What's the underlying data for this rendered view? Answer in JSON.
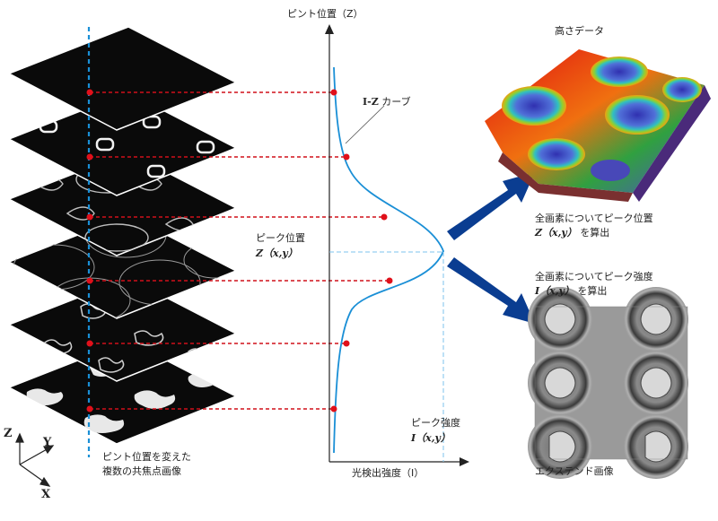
{
  "labels": {
    "z_axis_title": "ピント位置（Z）",
    "iz_curve_prefix": "I-Z",
    "iz_curve_suffix": "カーブ",
    "peak_position_label": "ピーク位置",
    "peak_position_func": "Z（x,y）",
    "peak_intensity_label": "ピーク強度",
    "peak_intensity_func": "I（x,y）",
    "intensity_axis_title": "光検出強度（I）",
    "height_data_title": "高さデータ",
    "all_pixels_position_line1": "全画素についてピーク位置",
    "all_pixels_position_func": "Z（x,y）",
    "all_pixels_position_suffix": "を算出",
    "all_pixels_intensity_line1": "全画素についてピーク強度",
    "all_pixels_intensity_func": "I（x,y）",
    "all_pixels_intensity_suffix": "を算出",
    "extended_image_title": "エクステンド画像",
    "stack_caption_line1": "ピント位置を変えた",
    "stack_caption_line2": "複数の共焦点画像",
    "axis_x": "X",
    "axis_y": "Y",
    "axis_z": "Z"
  },
  "colors": {
    "plane_fill": "#0a0a0a",
    "dashed_red": "#d0101a",
    "dashed_blue": "#1a8fd6",
    "curve": "#1a8fd6",
    "marker": "#e0101a",
    "arrow": "#0a3d91"
  }
}
